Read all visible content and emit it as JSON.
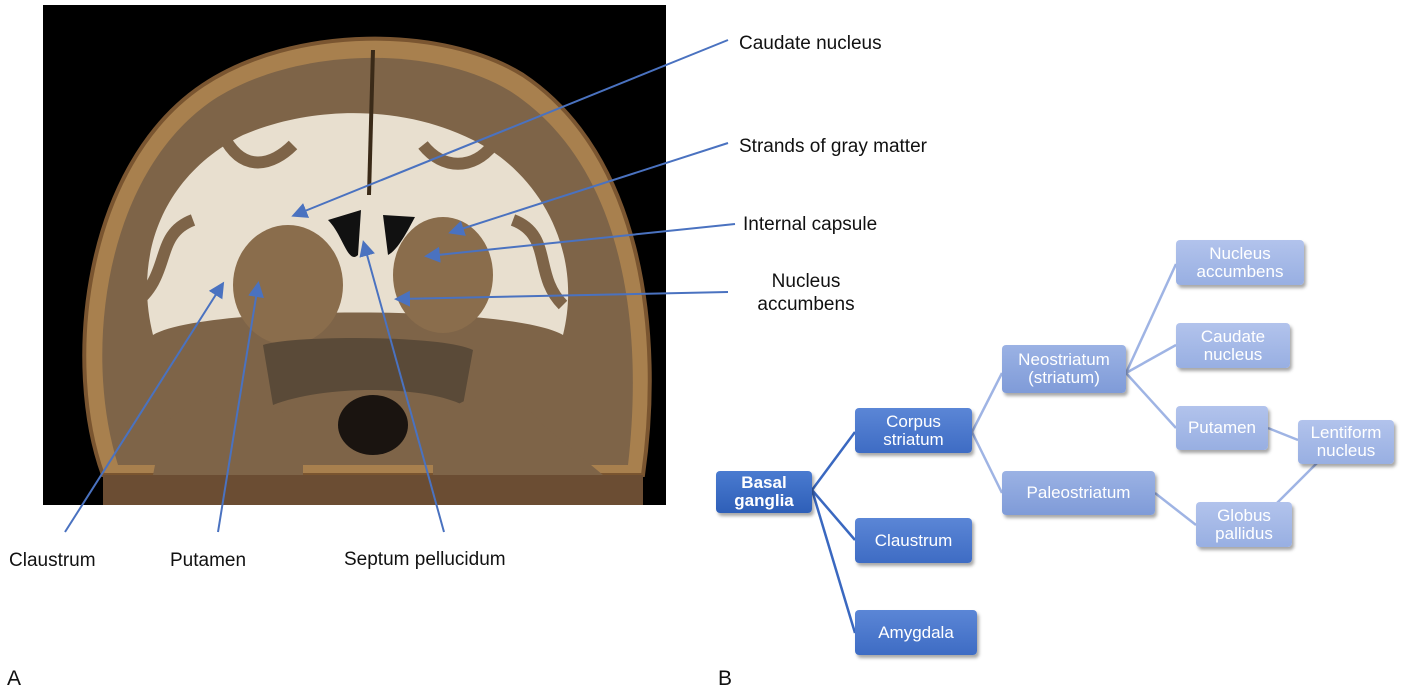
{
  "panel_a": {
    "letter": "A",
    "labels": {
      "caudate": "Caudate nucleus",
      "strands": "Strands of gray matter",
      "internal_capsule": "Internal capsule",
      "accumbens": "Nucleus\naccumbens",
      "claustrum": "Claustrum",
      "putamen": "Putamen",
      "septum": "Septum pellucidum"
    },
    "colors": {
      "arrow": "#4a72c0",
      "background": "#000000"
    }
  },
  "panel_b": {
    "letter": "B",
    "nodes": {
      "basal_ganglia": "Basal\nganglia",
      "corpus_striatum": "Corpus\nstriatum",
      "claustrum": "Claustrum",
      "amygdala": "Amygdala",
      "neostriatum": "Neostriatum\n(striatum)",
      "paleostriatum": "Paleostriatum",
      "nucleus_accumbens": "Nucleus\naccumbens",
      "caudate_nucleus": "Caudate\nnucleus",
      "putamen": "Putamen",
      "globus_pallidus": "Globus\npallidus",
      "lentiform_nucleus": "Lentiform\nnucleus"
    },
    "colors": {
      "level0": "#3a68c0",
      "level1": "#4a78cc",
      "level2": "#8ca6dc",
      "level3": "#a6bae6",
      "connector_dark": "#3a68c0",
      "connector_light": "#9fb4e4"
    }
  }
}
